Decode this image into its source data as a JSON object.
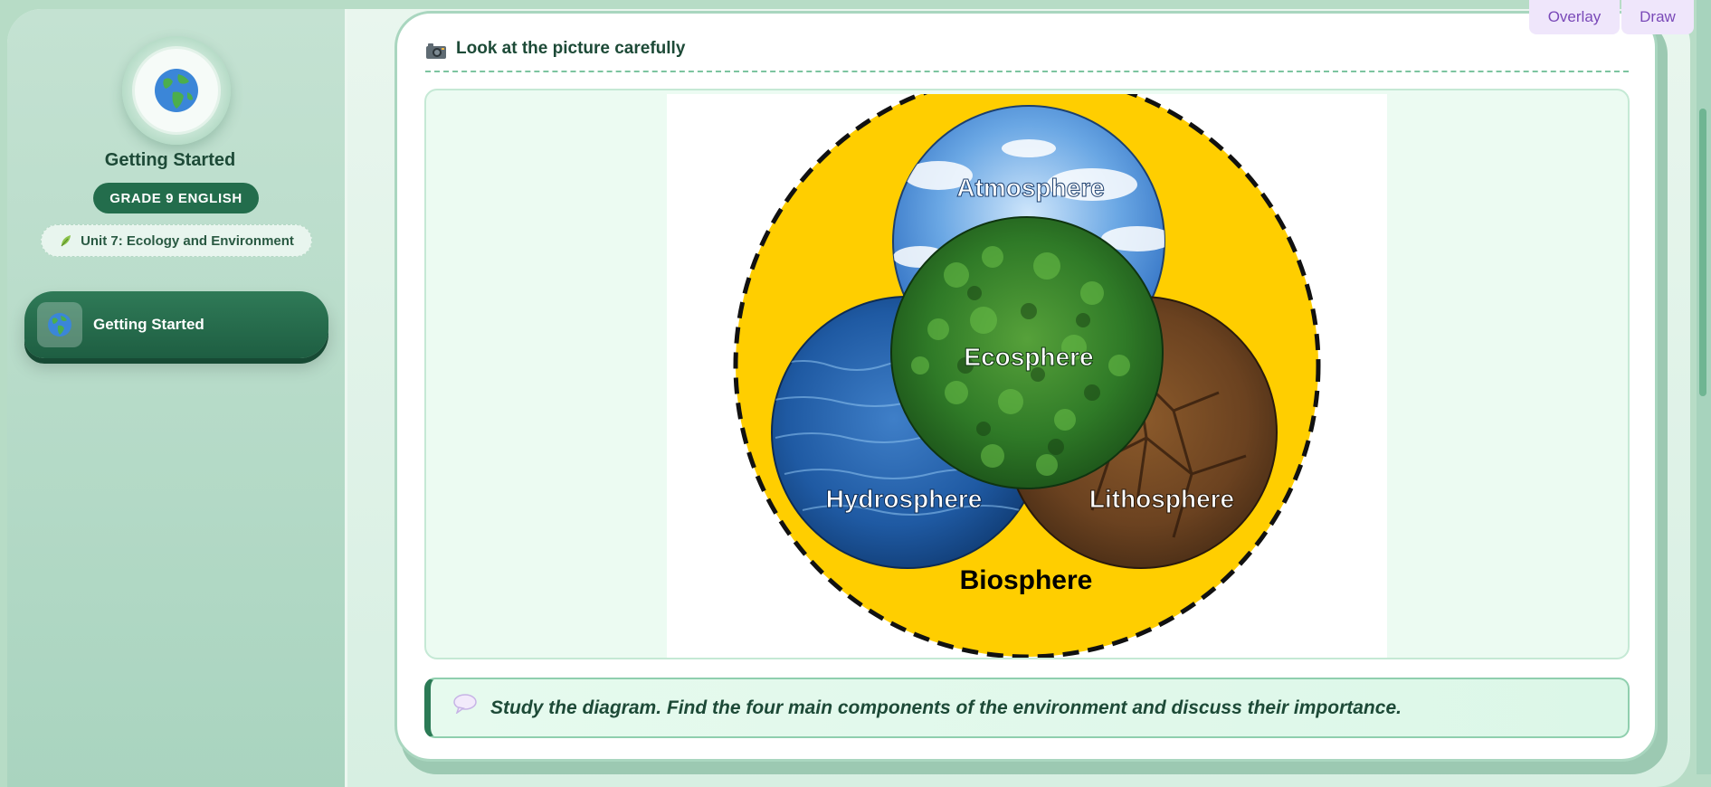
{
  "sidebar": {
    "avatar_icon": "globe-icon",
    "title": "Getting Started",
    "grade_badge": "GRADE 9 ENGLISH",
    "unit_icon": "leaf-icon",
    "unit_label": "Unit 7: Ecology and Environment",
    "nav_items": [
      {
        "label": "Getting Started",
        "icon": "globe-icon",
        "active": true
      }
    ]
  },
  "toolbar": {
    "overlay_label": "Overlay",
    "draw_label": "Draw"
  },
  "card": {
    "header_icon": "camera-icon",
    "title": "Look at the picture carefully",
    "diagram": {
      "outer_label": "Biosphere",
      "circles": [
        {
          "label": "Atmosphere"
        },
        {
          "label": "Ecosphere"
        },
        {
          "label": "Hydrosphere"
        },
        {
          "label": "Lithosphere"
        }
      ]
    },
    "instruction_icon": "speech-bubble-icon",
    "instruction": "Study the diagram. Find the four main components of the environment and discuss their importance."
  },
  "colors": {
    "primary_green": "#236d4c",
    "accent_yellow": "#ffce00",
    "tool_purple": "#7a49b8"
  }
}
